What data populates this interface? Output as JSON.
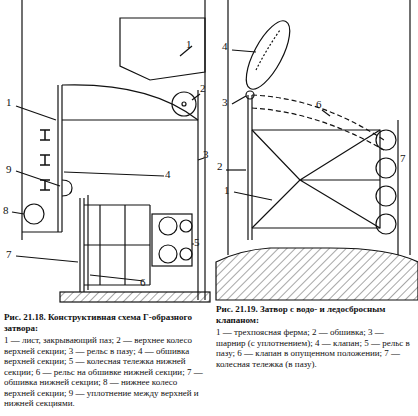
{
  "diagram": {
    "labels": [
      "1",
      "2",
      "1",
      "3",
      "4",
      "9",
      "8",
      "5",
      "7",
      "6",
      "4",
      "3",
      "6",
      "2",
      "1",
      "7",
      "Рис. 21.18. Конструктивная схема Г-образного затвора:",
      "1 — лист, закрывающий паз; 2 — верхнее колесо верхней секции; 3 — рельс в пазу; 4 — обшивка верхней секции; 5 — колесная тележка нижней секции; 6 — рельс на обшивке нижней секции; 7 — обшивка нижней секции; 8 — нижнее колесо верхней секции; 9 — уплотнение между верхней и нижней секциями.",
      "Рис. 21.19. Затвор с водо- и ледосбросным клапаном:",
      "1 — трехпоясная ферма; 2 — обшивка; 3 — шарнир (с уплотнением); 4 — клапан; 5 — рельс в пазу; 6 — клапан в опущенном положении; 7 — колесная тележка (в пазу)."
    ]
  }
}
